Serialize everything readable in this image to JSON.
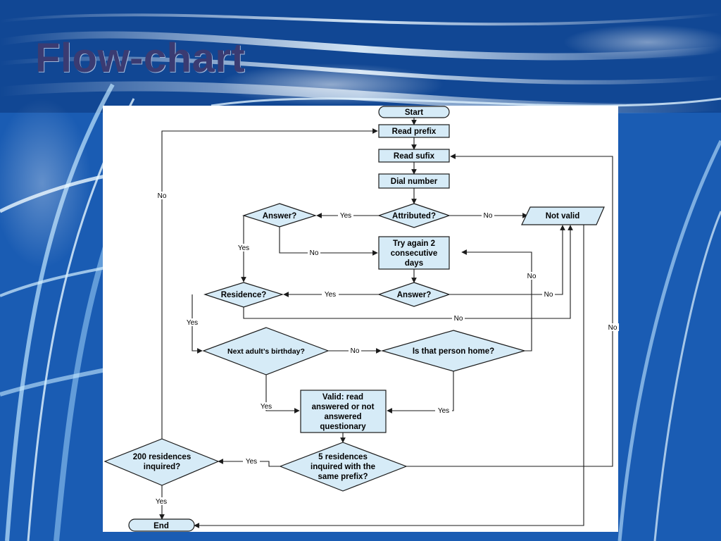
{
  "slide": {
    "title": "Flow-chart"
  },
  "flowchart": {
    "nodes": {
      "start": "Start",
      "read_prefix": "Read prefix",
      "read_sufix": "Read sufix",
      "dial_number": "Dial number",
      "attributed": "Attributed?",
      "answer_1": "Answer?",
      "not_valid": "Not valid",
      "try_again": [
        "Try again 2",
        "consecutive",
        "days"
      ],
      "answer_2": "Answer?",
      "residence": "Residence?",
      "next_adult": "Next adult’s birthday?",
      "person_home": "Is that person home?",
      "valid": [
        "Valid: read",
        "answered or not",
        "answered",
        "questionary"
      ],
      "five_residences": [
        "5 residences",
        "inquired with the",
        "same prefix?"
      ],
      "two_hundred": [
        "200 residences",
        "inquired?"
      ],
      "end": "End"
    },
    "edge_labels": {
      "attributed_yes": "Yes",
      "attributed_no": "No",
      "answer1_yes": "Yes",
      "answer1_no": "No",
      "answer2_yes": "Yes",
      "answer2_no": "No",
      "residence_yes": "Yes",
      "residence_no": "No",
      "next_adult_no": "No",
      "next_adult_yes": "Yes",
      "person_home_yes": "Yes",
      "person_home_no": "No",
      "five_yes": "Yes",
      "five_no": "No",
      "two_hundred_yes": "Yes",
      "two_hundred_no": "No"
    }
  }
}
